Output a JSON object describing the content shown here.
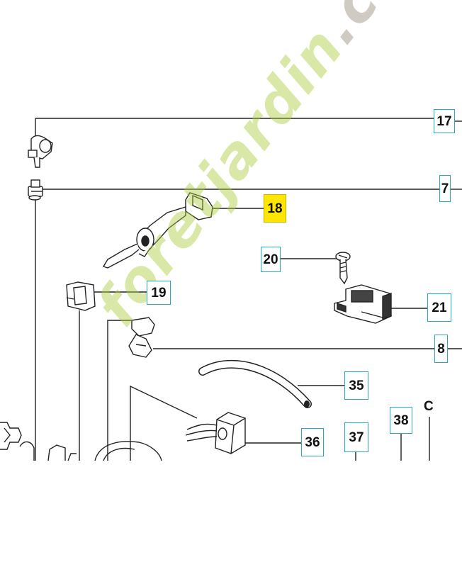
{
  "callouts": {
    "c17": "17",
    "c7": "7",
    "c18": "18",
    "c20": "20",
    "c19": "19",
    "c21": "21",
    "c8": "8",
    "c35": "35",
    "c36": "36",
    "c37": "37",
    "c38": "38"
  },
  "plain_labels": {
    "c": "C"
  },
  "watermark": {
    "green": "foretjardin",
    "gray": ".com"
  },
  "colors": {
    "callout_border": "#2aa7c2",
    "highlight": "#ffe600",
    "line": "#222222"
  }
}
